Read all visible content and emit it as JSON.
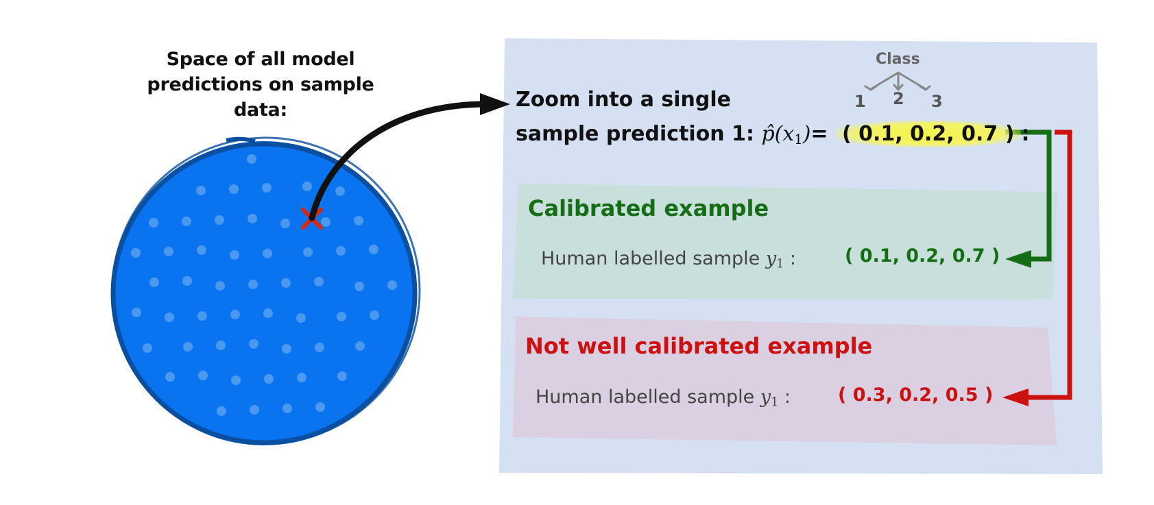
{
  "left_panel": {
    "title": "Space of all model predictions on sample data:"
  },
  "zoom": {
    "line1": "Zoom into a single",
    "line2_prefix": "sample prediction 1:",
    "prediction_symbol": "p̂(x",
    "prediction_sub": "1",
    "prediction_close": ")",
    "equals": "=",
    "prediction_values": "( 0.1, 0.2, 0.7 )",
    "suffix": ":"
  },
  "class_labels": {
    "title": "Class",
    "classes": [
      "1",
      "2",
      "3"
    ]
  },
  "calibrated": {
    "title": "Calibrated example",
    "human_label": "Human labelled sample",
    "y_symbol": "y",
    "y_sub": "1",
    "colon": ":",
    "values": "( 0.1, 0.2, 0.7 )"
  },
  "not_calibrated": {
    "title": "Not well calibrated example",
    "human_label": "Human labelled sample",
    "y_symbol": "y",
    "y_sub": "1",
    "colon": ":",
    "values": "( 0.3, 0.2, 0.5 )"
  },
  "colors": {
    "circle_fill": "#0a74f0",
    "circle_outline": "#0a4fa0",
    "panel_bg": "#d5e0f3",
    "calibrated_bg": "#c9dfdc",
    "not_calibrated_bg": "#dbcfe2",
    "green": "#156e15",
    "red": "#cc1111",
    "highlight": "#f3f34a"
  }
}
